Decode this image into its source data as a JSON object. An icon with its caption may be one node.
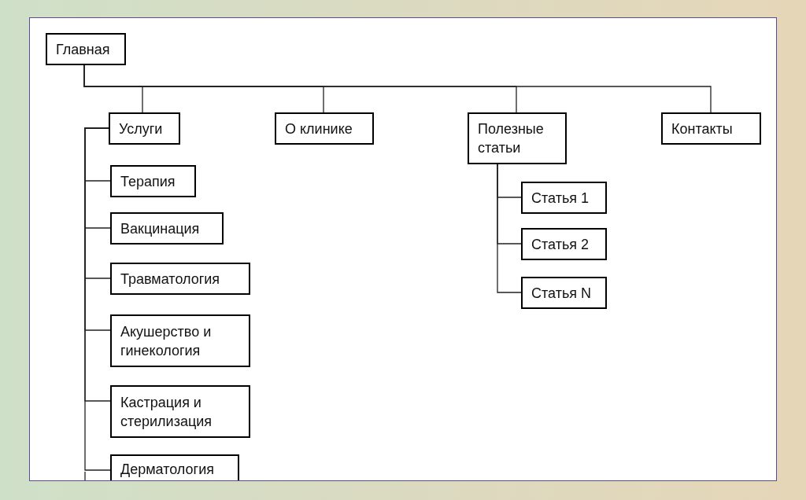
{
  "diagram": {
    "nodes": [
      {
        "text": [
          "Главная"
        ]
      },
      {
        "text": [
          "Услуги"
        ]
      },
      {
        "text": [
          "О клинике"
        ]
      },
      {
        "text": [
          "Полезные статьи"
        ]
      },
      {
        "text": [
          "Контакты"
        ]
      },
      {
        "text": [
          "Терапия"
        ]
      },
      {
        "text": [
          "Вакцинация"
        ]
      },
      {
        "text": [
          "Травматология"
        ]
      },
      {
        "text": [
          "Акушерство и гинекология"
        ]
      },
      {
        "text": [
          "Кастрация и стерилизация"
        ]
      },
      {
        "text": [
          "Дерматология"
        ]
      },
      {
        "text": [
          "Статья 1"
        ]
      },
      {
        "text": [
          "Статья 2"
        ]
      },
      {
        "text": [
          "Статья N"
        ]
      }
    ],
    "edges": [
      {
        "from": 0,
        "to": 1,
        "arrow": "none"
      },
      {
        "from": 0,
        "to": 2,
        "arrow": "none"
      },
      {
        "from": 0,
        "to": 3,
        "arrow": "none"
      },
      {
        "from": 0,
        "to": 4,
        "arrow": "none"
      },
      {
        "from": 1,
        "to": 5,
        "arrow": "none"
      },
      {
        "from": 1,
        "to": 6,
        "arrow": "none"
      },
      {
        "from": 1,
        "to": 7,
        "arrow": "none"
      },
      {
        "from": 1,
        "to": 8,
        "arrow": "none"
      },
      {
        "from": 1,
        "to": 9,
        "arrow": "none"
      },
      {
        "from": 1,
        "to": 10,
        "arrow": "none"
      },
      {
        "from": 3,
        "to": 11,
        "arrow": "none"
      },
      {
        "from": 3,
        "to": 12,
        "arrow": "none"
      },
      {
        "from": 3,
        "to": 13,
        "arrow": "none"
      }
    ]
  }
}
